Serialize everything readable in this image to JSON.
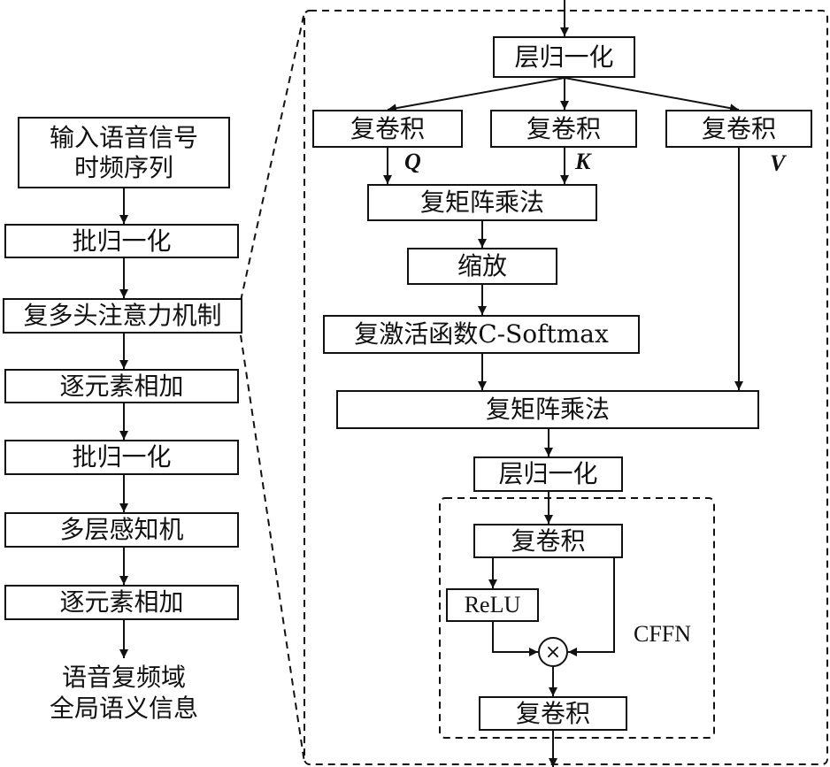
{
  "left_column": {
    "input": "输入语音信号\n时频序列",
    "batch_norm_1": "批归一化",
    "complex_mhsa": "复多头注意力机制",
    "add_1": "逐元素相加",
    "batch_norm_2": "批归一化",
    "mlp": "多层感知机",
    "add_2": "逐元素相加",
    "output": "语音复频域\n全局语义信息"
  },
  "attention_detail": {
    "layer_norm_1": "层归一化",
    "conv_q": "复卷积",
    "conv_k": "复卷积",
    "conv_v": "复卷积",
    "q_label": "Q",
    "k_label": "K",
    "v_label": "V",
    "matmul_1": "复矩阵乘法",
    "scale": "缩放",
    "softmax": "复激活函数C-Softmax",
    "matmul_2": "复矩阵乘法",
    "layer_norm_2": "层归一化"
  },
  "cffn": {
    "label": "CFFN",
    "conv_1": "复卷积",
    "relu": "ReLU",
    "multiply_symbol": "×",
    "conv_2": "复卷积"
  }
}
